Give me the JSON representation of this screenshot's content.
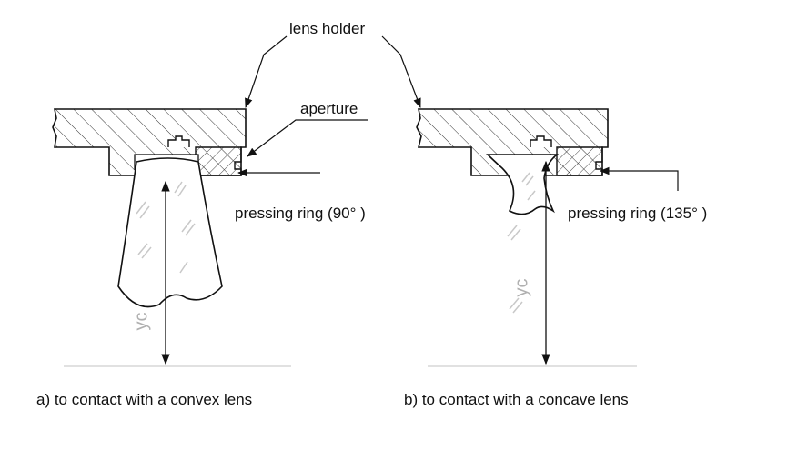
{
  "labels": {
    "lens_holder": "lens holder",
    "aperture": "aperture",
    "pressing_ring_90": "pressing ring (90° )",
    "pressing_ring_135": "pressing ring (135° )",
    "yc": "yc"
  },
  "captions": {
    "a": "a) to contact with a convex lens",
    "b": "b) to contact with a concave lens"
  },
  "colors": {
    "line": "#111111",
    "hatch": "#333333",
    "glass": "#c8c8c8"
  }
}
